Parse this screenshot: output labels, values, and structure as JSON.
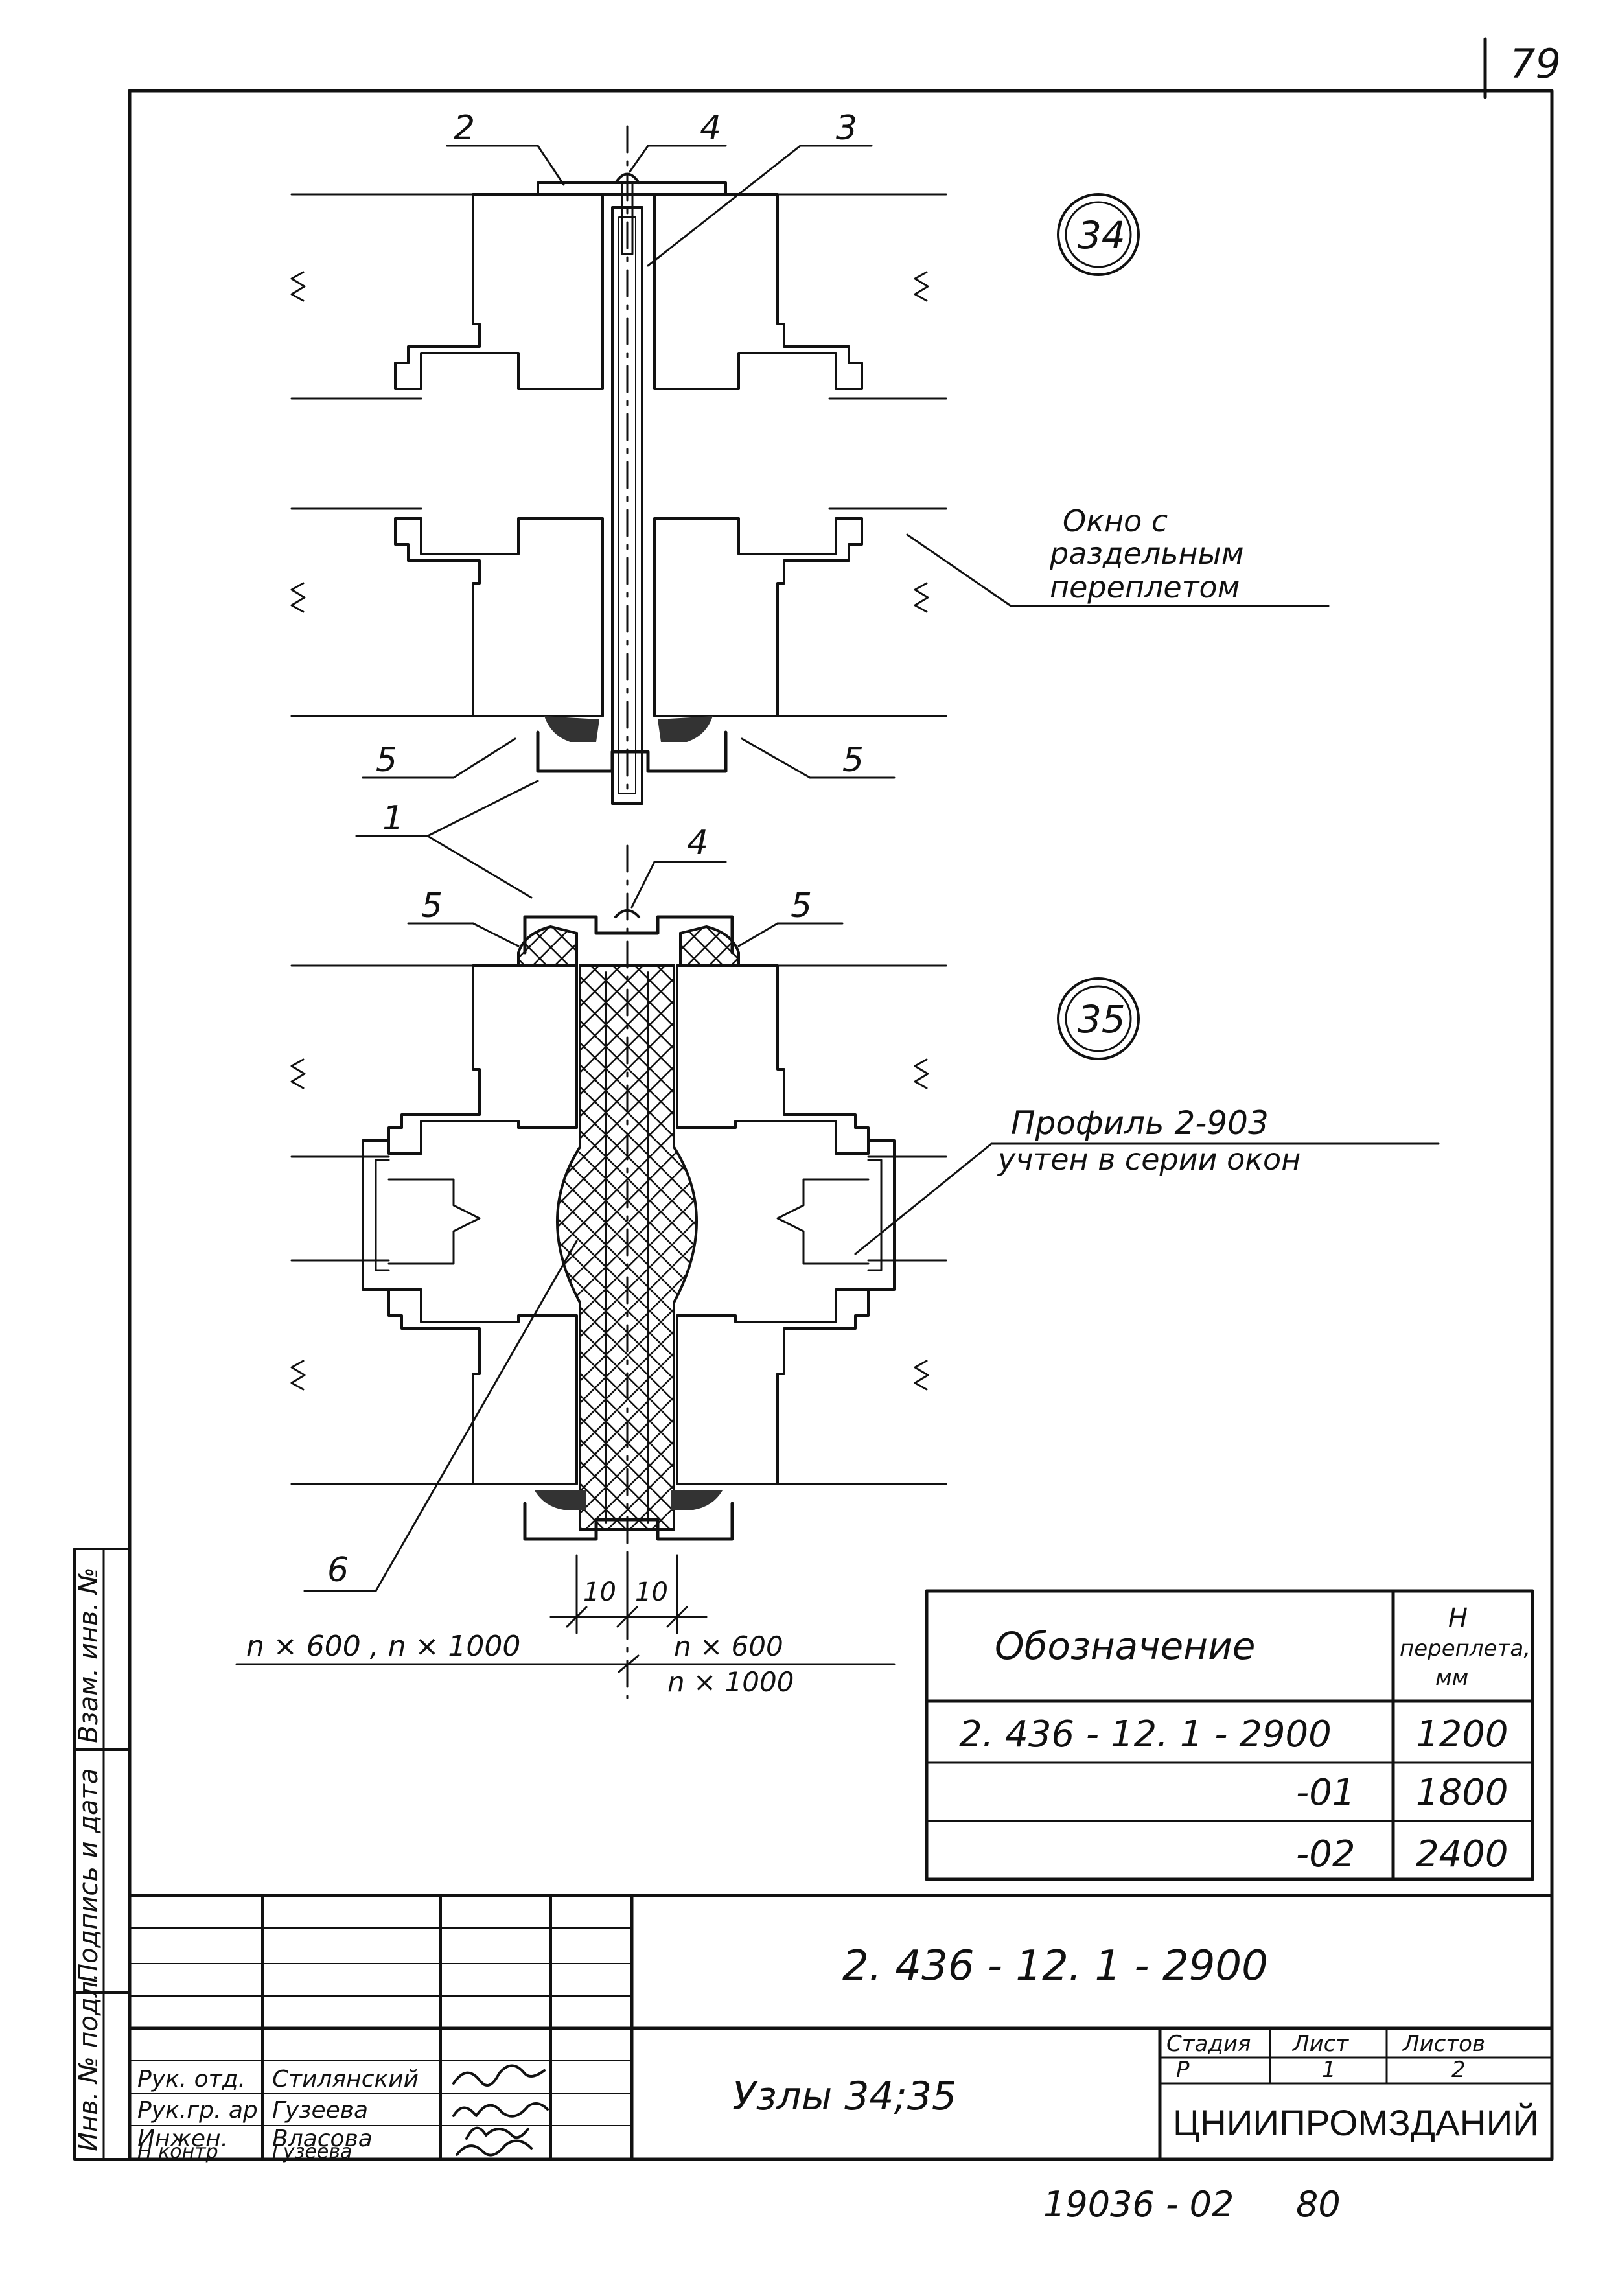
{
  "sheet": {
    "page_number": "79",
    "bottom_code": "19036 - 02",
    "bottom_number": "80"
  },
  "node34": {
    "node_number": "34",
    "callouts": [
      "2",
      "4",
      "3",
      "5",
      "5",
      "1"
    ],
    "note": [
      "Окно с",
      "раздельным",
      "переплетом"
    ]
  },
  "node35": {
    "node_number": "35",
    "callouts": [
      "4",
      "5",
      "5",
      "6"
    ],
    "note": [
      "Профиль 2-903",
      "учтен в серии окон"
    ],
    "dim_left": "10",
    "dim_right": "10",
    "width_left": "n × 600 ,  n × 1000",
    "width_right_top": "n × 600",
    "width_right_bottom": "n × 1000"
  },
  "spec_table": {
    "header_designation": "Обозначение",
    "header_h": [
      "H",
      "переплета,",
      "мм"
    ],
    "rows": [
      {
        "designation": "2. 436 - 12. 1 - 2900",
        "h": "1200"
      },
      {
        "designation": "-01",
        "h": "1800"
      },
      {
        "designation": "-02",
        "h": "2400"
      }
    ]
  },
  "title_block": {
    "document_code": "2. 436 - 12. 1 - 2900",
    "drawing_title": "Узлы 34;35",
    "stage_label": "Стадия",
    "sheet_label": "Лист",
    "sheets_label": "Листов",
    "stage_value": "Р",
    "sheet_value": "1",
    "sheets_value": "2",
    "organization": "ЦНИИПРОМЗДАНИЙ",
    "roles": [
      "Рук. отд.",
      "Рук.гр. ар",
      "Инжен.",
      "Н контр"
    ],
    "names": [
      "Стилянский",
      "Гузеева",
      "Власова",
      "Гузеева"
    ]
  },
  "side_stamp": {
    "fields": [
      "Инв. № подл.",
      "Подпись и дата",
      "Взам. инв. №"
    ]
  }
}
